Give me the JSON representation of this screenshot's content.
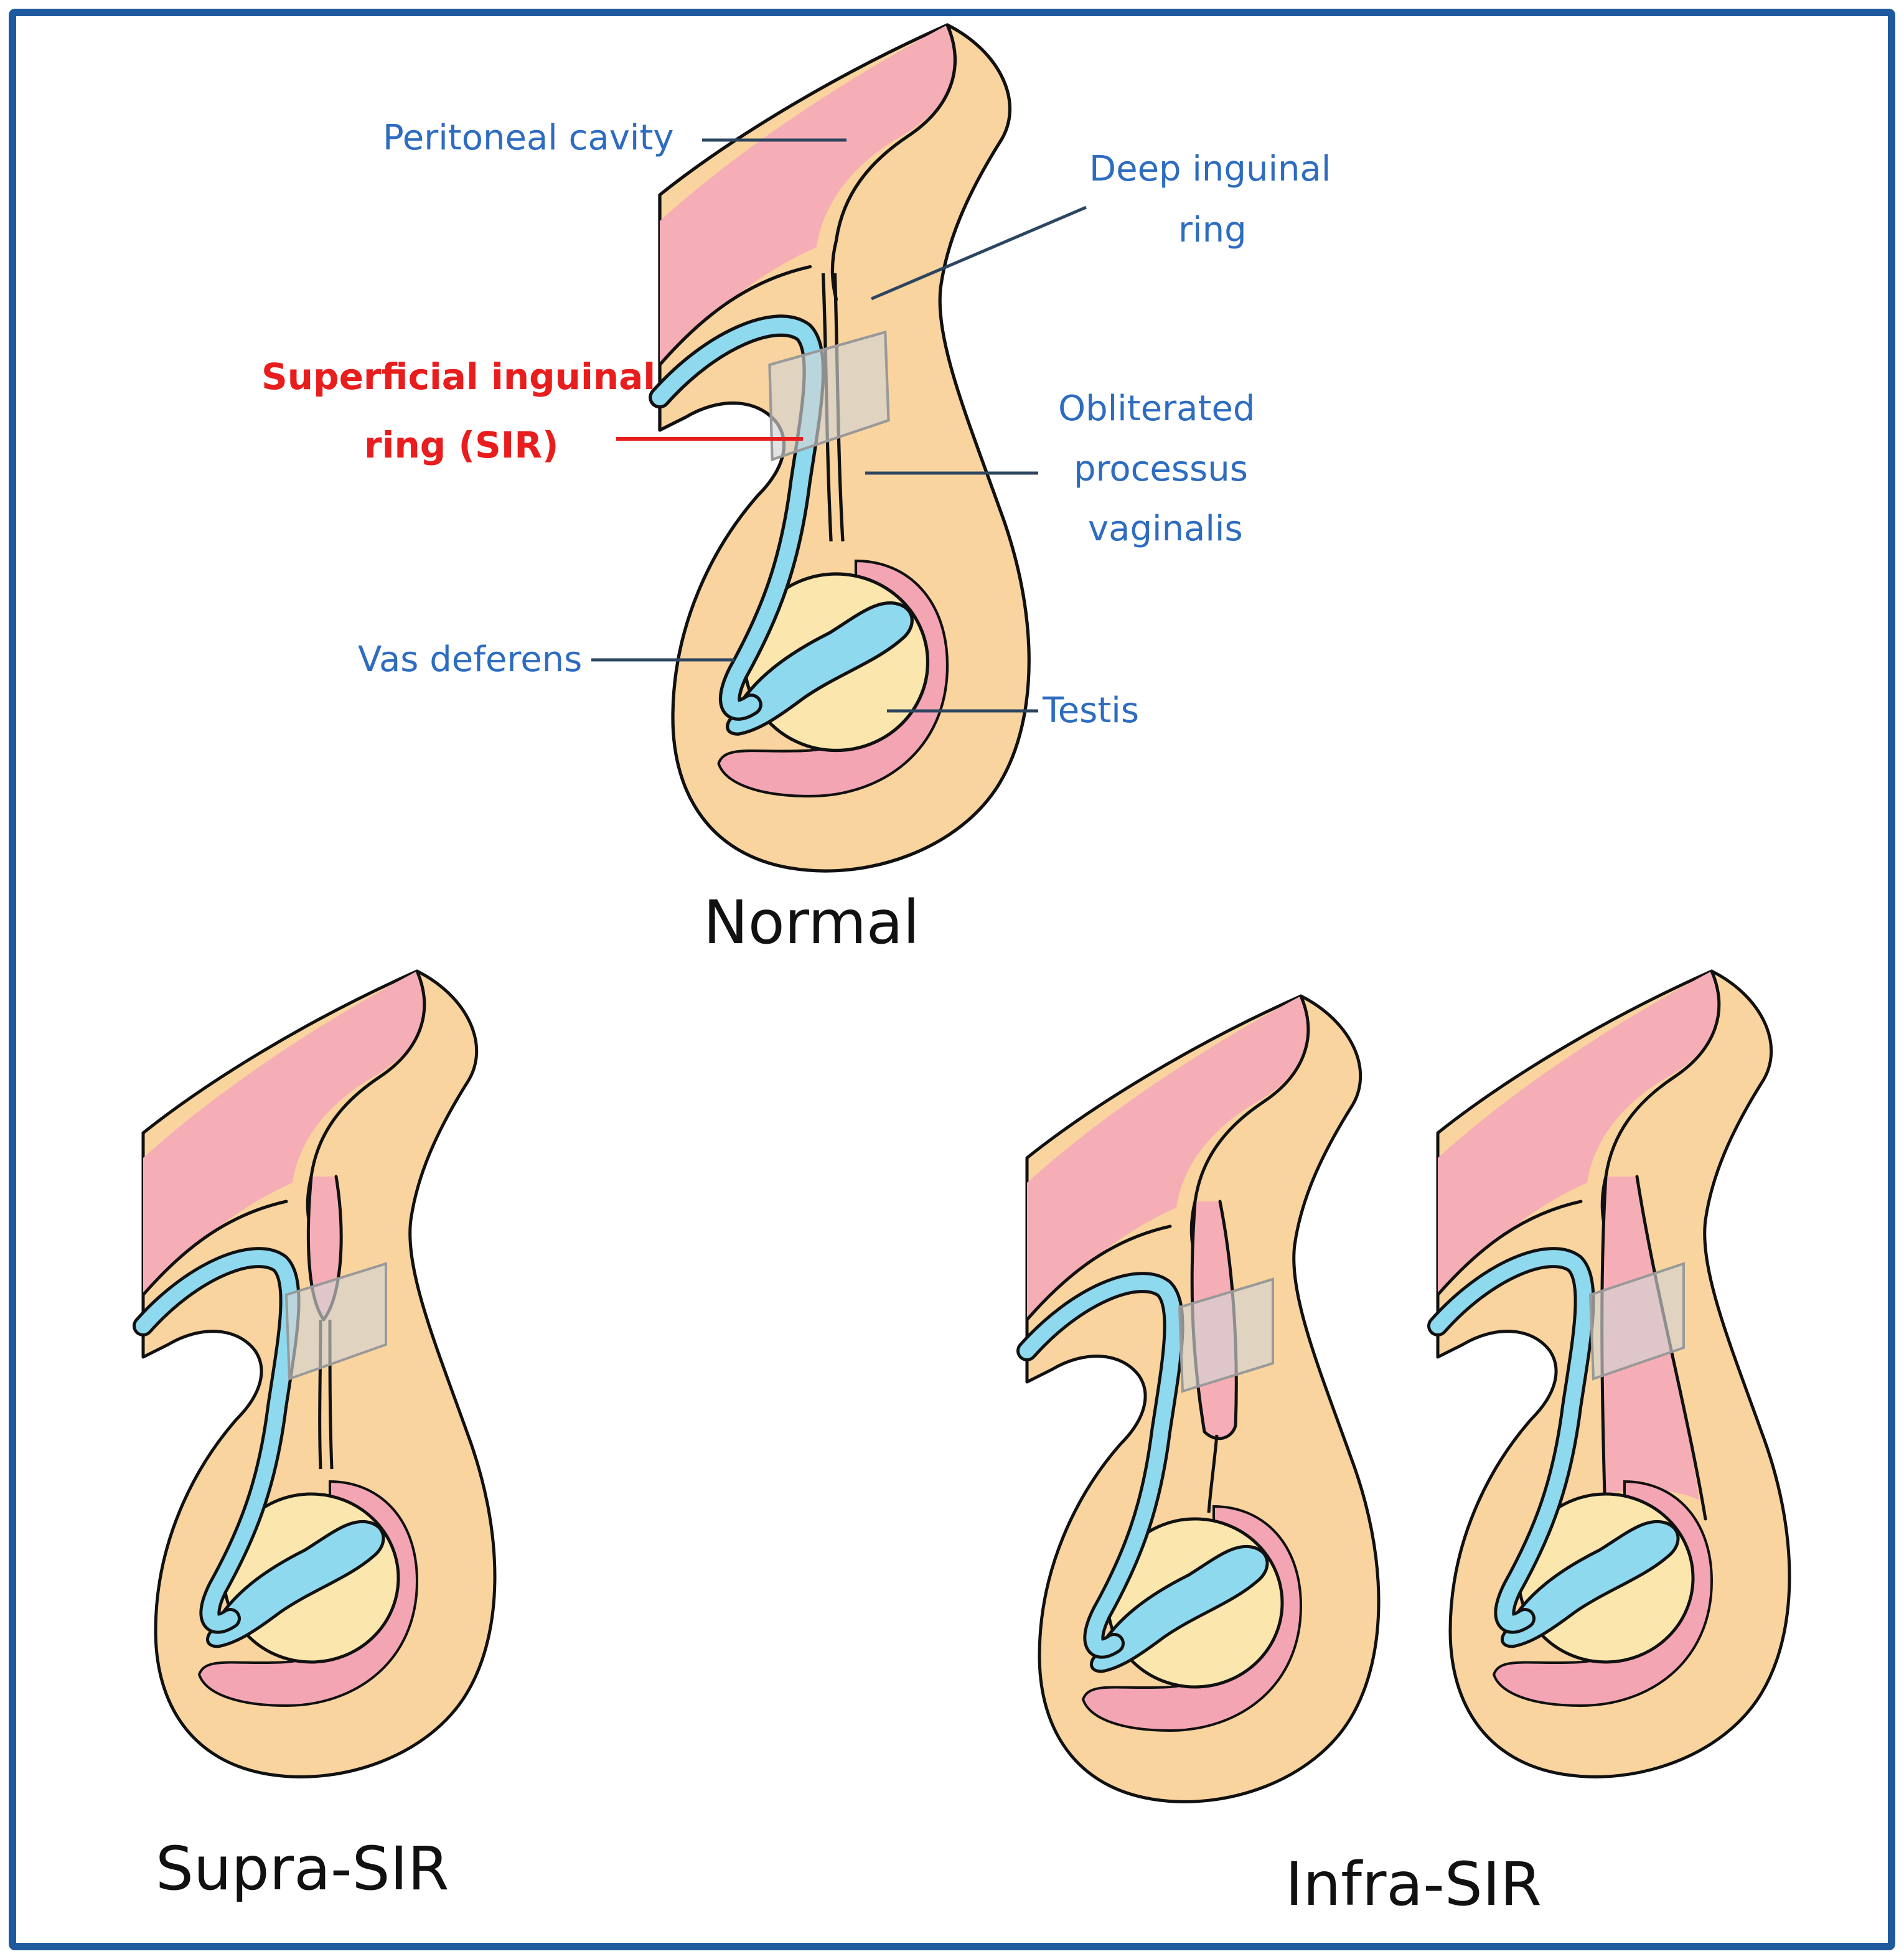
{
  "labels": {
    "peritoneal_cavity": "Peritoneal cavity",
    "deep_ring_1": "Deep inguinal",
    "deep_ring_2": "ring",
    "sir_1": "Superficial inguinal",
    "sir_2": "ring (SIR)",
    "opv_1": "Obliterated",
    "opv_2": "processus",
    "opv_3": "vaginalis",
    "vas_deferens": "Vas deferens",
    "testis": "Testis"
  },
  "titles": {
    "normal": "Normal",
    "supra": "Supra-SIR",
    "infra": "Infra-SIR"
  },
  "colors": {
    "frame": "#1f5a9e",
    "tissue": "#f9d49f",
    "peritoneum": "#f6aeb6",
    "vas": "#8fd9ef",
    "testis": "#fbe6ad",
    "label_blue": "#2d6cc0",
    "label_red": "#e81d1d"
  }
}
